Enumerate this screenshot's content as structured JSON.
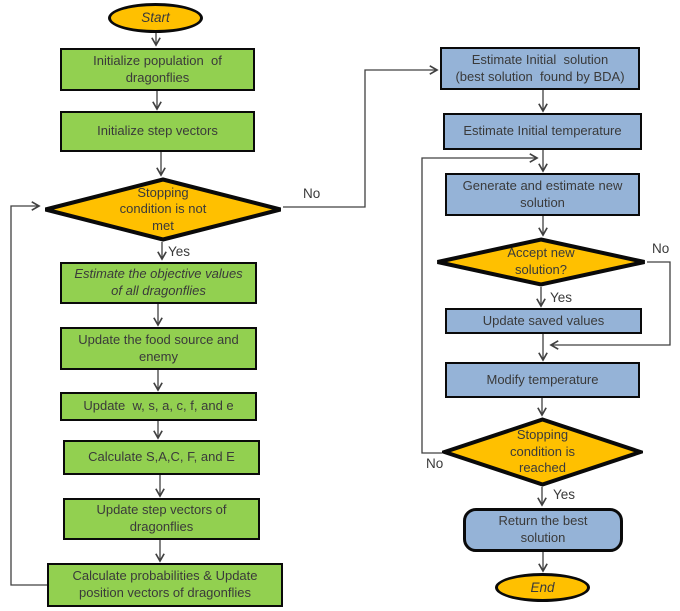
{
  "nodes": {
    "start": {
      "label": "Start"
    },
    "initialize_population": {
      "label": "Initialize population  of\ndragonflies"
    },
    "initialize_step_vectors": {
      "label": "Initialize step vectors"
    },
    "stopping_not_met": {
      "label": "Stopping\ncondition is not\nmet"
    },
    "estimate_objective": {
      "label": "Estimate the objective values\nof all dragonflies"
    },
    "update_food_enemy": {
      "label": "Update the food source and\nenemy"
    },
    "update_coefficients": {
      "label": "Update  w, s, a, c, f, and e"
    },
    "calculate_sacfe": {
      "label": "Calculate S,A,C, F, and E"
    },
    "update_step_vectors": {
      "label": "Update step vectors of\ndragonflies"
    },
    "calculate_probabilities": {
      "label": "Calculate probabilities & Update\nposition vectors of dragonflies"
    },
    "estimate_initial_solution": {
      "label": "Estimate Initial  solution\n(best solution  found by BDA)"
    },
    "estimate_initial_temperature": {
      "label": "Estimate Initial temperature"
    },
    "generate_new_solution": {
      "label": "Generate and estimate new\nsolution"
    },
    "accept_new_solution": {
      "label": "Accept new\nsolution?"
    },
    "update_saved_values": {
      "label": "Update saved values"
    },
    "modify_temperature": {
      "label": "Modify temperature"
    },
    "stopping_reached": {
      "label": "Stopping\ncondition is\nreached"
    },
    "return_best_solution": {
      "label": "Return the best\nsolution"
    },
    "end": {
      "label": "End"
    }
  },
  "edge_labels": {
    "bda_loop_no": "No",
    "bda_loop_yes": "Yes",
    "accept_no": "No",
    "accept_yes": "Yes",
    "stop_no": "No",
    "stop_yes": "Yes"
  },
  "colors": {
    "process_green": "#92D050",
    "process_blue": "#95B3D7",
    "decision_orange": "#FFC000",
    "shape_border": "#0a0a0a",
    "connector": "#404040",
    "text": "#3a3a3a",
    "background": "#ffffff"
  }
}
